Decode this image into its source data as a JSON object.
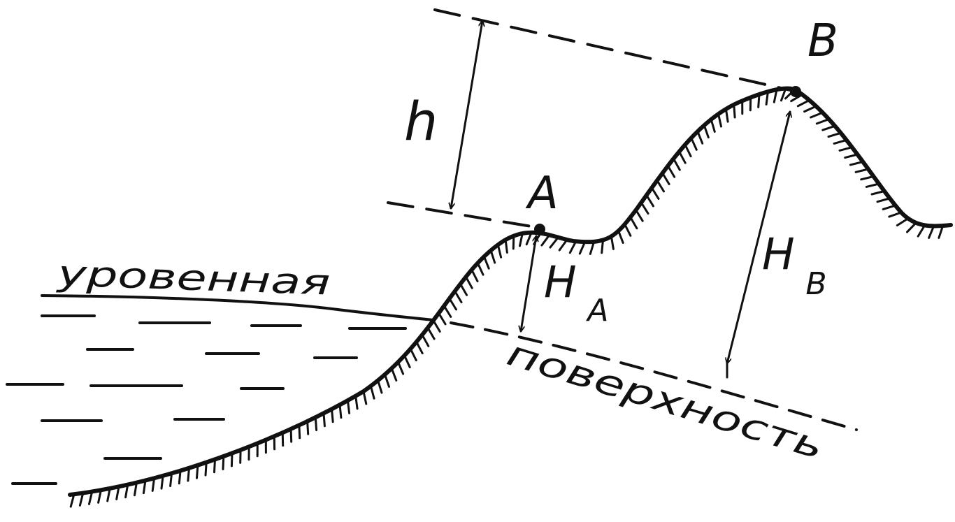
{
  "labels": {
    "point_a": "A",
    "point_b": "B",
    "height_diff": "h",
    "height_a_main": "H",
    "height_a_sub": "A",
    "height_b_main": "H",
    "height_b_sub": "B",
    "level_word_1": "уровенная",
    "level_word_2": "поверхность"
  },
  "colors": {
    "ink": "#111111",
    "paper": "#ffffff"
  }
}
